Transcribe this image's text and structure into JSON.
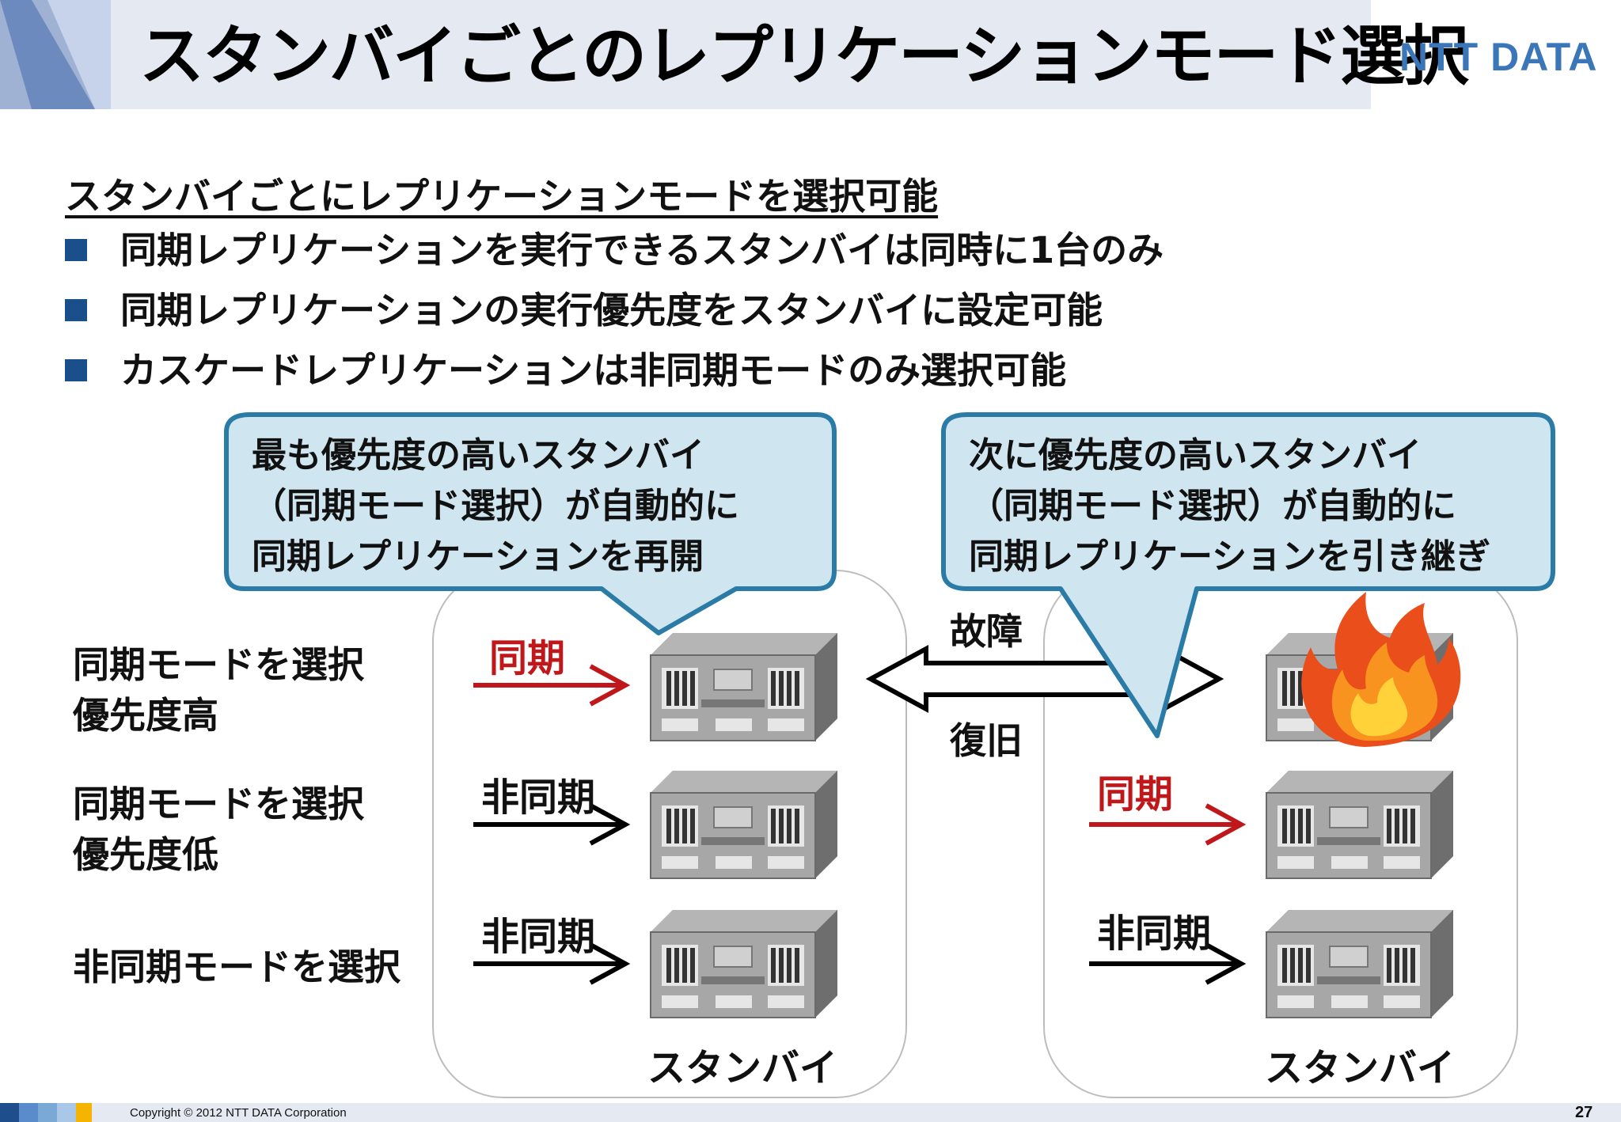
{
  "header": {
    "title": "スタンバイごとのレプリケーションモード選択",
    "logo": "NTT DATA"
  },
  "intro": "スタンバイごとにレプリケーションモードを選択可能",
  "bullets": [
    "同期レプリケーションを実行できるスタンバイは同時に1台のみ",
    "同期レプリケーションの実行優先度をスタンバイに設定可能",
    "カスケードレプリケーションは非同期モードのみ選択可能"
  ],
  "modes": {
    "high": {
      "line1": "同期モードを選択",
      "line2": "優先度高"
    },
    "low": {
      "line1": "同期モードを選択",
      "line2": "優先度低"
    },
    "async": "非同期モードを選択"
  },
  "callouts": {
    "left": [
      "最も優先度の高いスタンバイ",
      "（同期モード選択）が自動的に",
      "同期レプリケーションを再開"
    ],
    "right": [
      "次に優先度の高いスタンバイ",
      "（同期モード選択）が自動的に",
      "同期レプリケーションを引き継ぎ"
    ]
  },
  "left_panel": {
    "arrows": [
      "同期",
      "非同期",
      "非同期"
    ],
    "label": "スタンバイ"
  },
  "right_panel": {
    "arrows": [
      "同期",
      "非同期"
    ],
    "label": "スタンバイ"
  },
  "middle": {
    "failure": "故障",
    "recovery": "復旧"
  },
  "footer": {
    "copyright": "Copyright © 2012 NTT DATA Corporation",
    "page": "27"
  },
  "colors": {
    "accent_red": "#c0171b",
    "bullet_blue": "#1a4f8b",
    "callout_fill": "#cfe5ef",
    "callout_border": "#2a7ba6",
    "logo_blue": "#3b76b8"
  },
  "icons": [
    "server-icon",
    "fire-icon",
    "double-arrow-icon",
    "arrow-right-icon"
  ]
}
